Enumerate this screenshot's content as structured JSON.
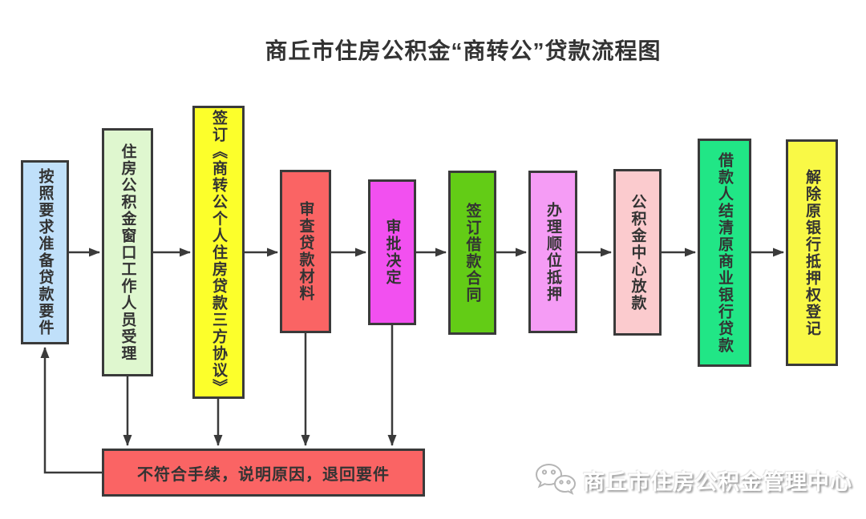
{
  "title": "商丘市住房公积金“商转公”贷款流程图",
  "flow": {
    "nodes": [
      {
        "id": "prepare",
        "label": "按照要求准备贷款要件",
        "fill": "#C0E0FA"
      },
      {
        "id": "window-accept",
        "label": "住房公积金窗口工作人员受理",
        "fill": "#DFF7CF"
      },
      {
        "id": "sign-tripartite",
        "label": "签订《商转公个人住房贷款三方协议》",
        "fill": "#FCFF2B"
      },
      {
        "id": "review-materials",
        "label": "审查贷款材料",
        "fill": "#FA6464"
      },
      {
        "id": "approval",
        "label": "审批决定",
        "fill": "#F250F0"
      },
      {
        "id": "sign-contract",
        "label": "签订借款合同",
        "fill": "#63CC16"
      },
      {
        "id": "rank-mortgage",
        "label": "办理顺位抵押",
        "fill": "#F59CF5"
      },
      {
        "id": "disburse",
        "label": "公积金中心放款",
        "fill": "#FBCBCE"
      },
      {
        "id": "settle-old-loan",
        "label": "借款人结清原商业银行贷款",
        "fill": "#21E686"
      },
      {
        "id": "release-mortgage",
        "label": "解除原银行抵押权登记",
        "fill": "#F9F946"
      }
    ],
    "reject": {
      "id": "reject-return",
      "label": "不符合手续，说明原因，退回要件",
      "fill": "#FA6464"
    }
  },
  "watermark": {
    "icon": "wechat-icon",
    "label": "商丘市住房公积金管理中心"
  },
  "colors": {
    "line": "#3a3a3a",
    "text": "#333333",
    "border": "#3a3a3a",
    "watermark_shadow": "#9b9b9b"
  }
}
